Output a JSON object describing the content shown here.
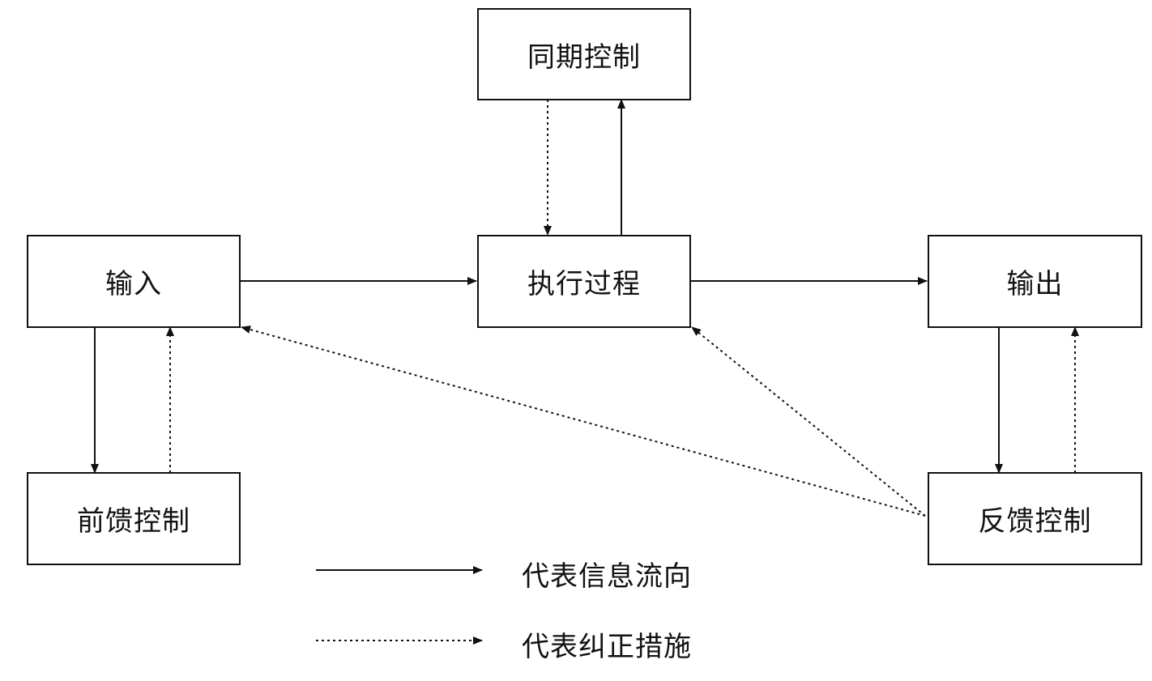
{
  "nodes": {
    "sync_control": "同期控制",
    "input": "输入",
    "process": "执行过程",
    "output": "输出",
    "feedforward_control": "前馈控制",
    "feedback_control": "反馈控制"
  },
  "legend": {
    "solid_label": "代表信息流向",
    "dotted_label": "代表纠正措施"
  },
  "colors": {
    "stroke": "#111111",
    "background": "#ffffff"
  }
}
